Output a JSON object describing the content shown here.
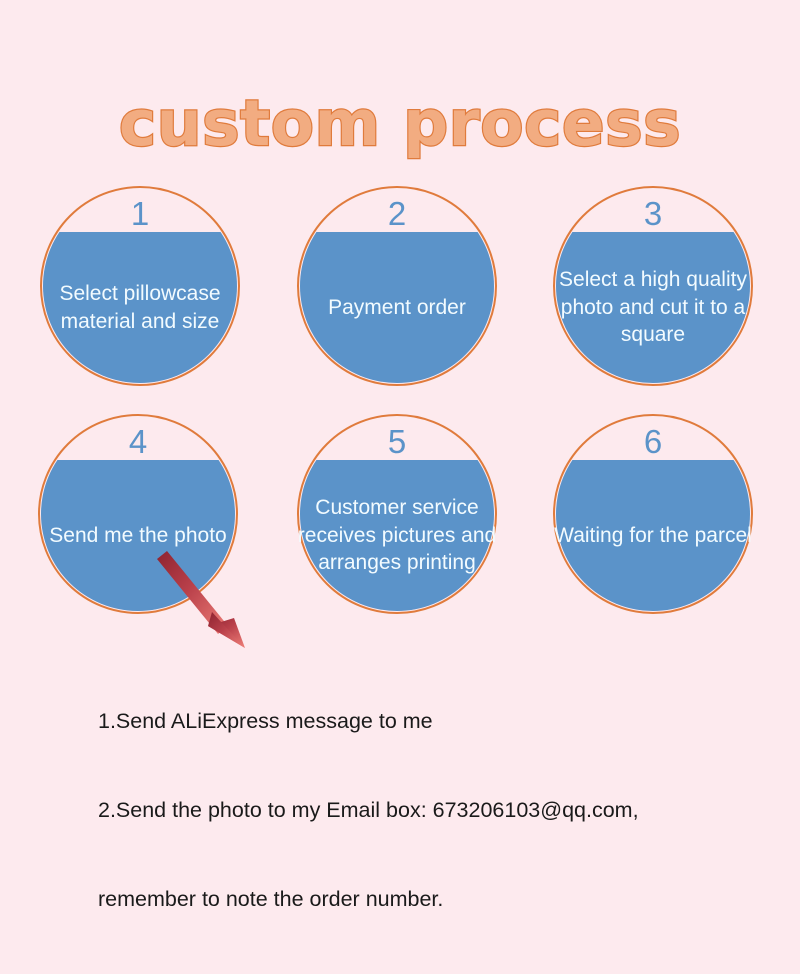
{
  "page": {
    "title": "custom process",
    "background_color": "#fdeaee",
    "accent_ring_color": "#e07b3c",
    "body_fill_color": "#5b93c9",
    "title_fill_color": "#f2ac81",
    "title_outline_color": "#e07b3c",
    "arrow_color_start": "#9e2b35",
    "arrow_color_end": "#ef7b72"
  },
  "steps": [
    {
      "number": "1",
      "label": "Select pillowcase material and size"
    },
    {
      "number": "2",
      "label": "Payment order"
    },
    {
      "number": "3",
      "label": "Select a high quality photo and cut it to a square"
    },
    {
      "number": "4",
      "label": "Send me the photo"
    },
    {
      "number": "5",
      "label": "Customer service receives pictures and arranges printing"
    },
    {
      "number": "6",
      "label": "Waiting for the parcel"
    }
  ],
  "note": {
    "line1": "1.Send ALiExpress message to me",
    "line2": "2.Send the photo to my Email box: 673206103@qq.com,",
    "line3": "remember to note the order number."
  },
  "icons": {
    "arrow": "down-right-arrow-icon"
  }
}
